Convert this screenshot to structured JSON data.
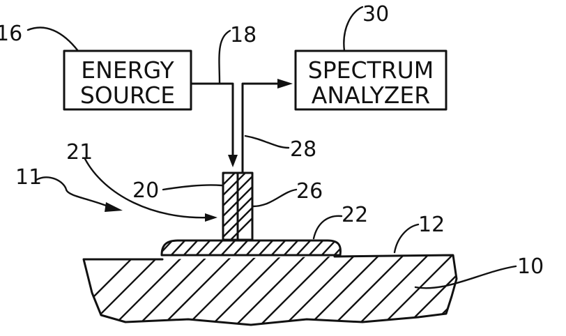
{
  "blocks": {
    "energy_source": {
      "line1": "ENERGY",
      "line2": "SOURCE"
    },
    "spectrum_analyzer": {
      "line1": "SPECTRUM",
      "line2": "ANALYZER"
    }
  },
  "reference_numerals": {
    "energy_source": "16",
    "input_line": "18",
    "spectrum_analyzer": "30",
    "return_line": "28",
    "fiber_input": "20",
    "probe_tip": "21",
    "fiber_output": "26",
    "coating": "22",
    "surface": "12",
    "substrate": "10",
    "assembly": "11"
  },
  "colors": {
    "ink": "#111111",
    "background": "#ffffff"
  }
}
